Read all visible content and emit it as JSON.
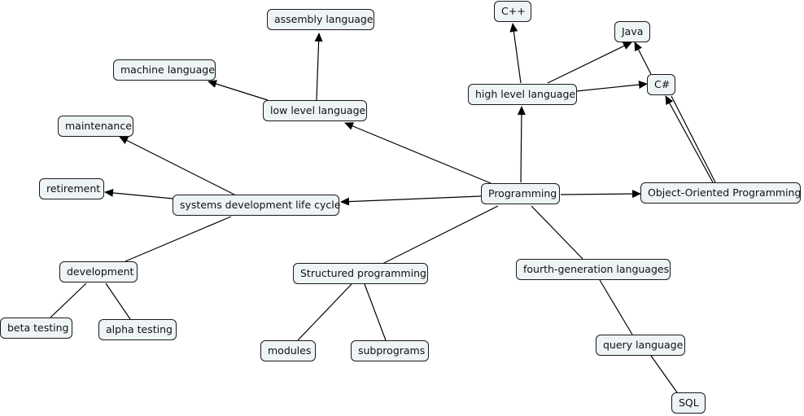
{
  "nodes": {
    "assembly": "assembly language",
    "cpp": "C++",
    "java": "Java",
    "machine": "machine language",
    "lowlevel": "low level language",
    "highlevel": "high level language",
    "csharp": "C#",
    "maintenance": "maintenance",
    "retirement": "retirement",
    "sdlc": "systems development life cycle",
    "programming": "Programming",
    "oop": "Object-Oriented Programming",
    "development": "development",
    "structured": "Structured programming",
    "fourthgen": "fourth-generation languages",
    "beta": "beta testing",
    "alpha": "alpha testing",
    "modules": "modules",
    "subprograms": "subprograms",
    "query": "query language",
    "sql": "SQL"
  },
  "colors": {
    "node_fill": "#eef3f6",
    "node_border": "#1a1a1a",
    "line": "#000000"
  }
}
